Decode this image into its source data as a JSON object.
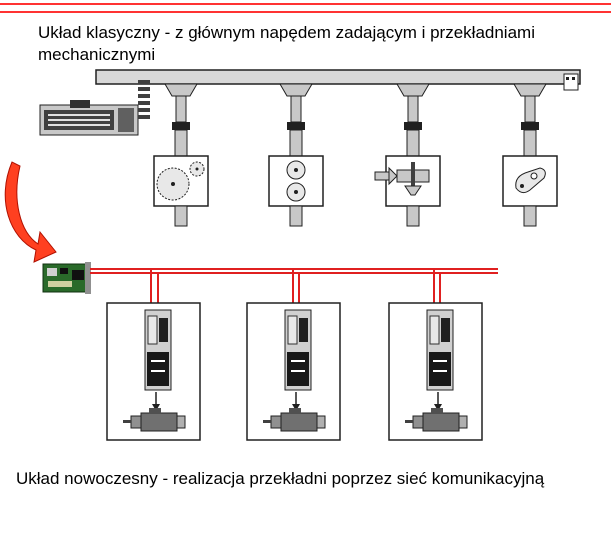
{
  "captions": {
    "top_line1": "Układ klasyczny - z głównym napędem zadającym i przekładniami",
    "top_line2": "mechanicznymi",
    "bottom": "Układ nowoczesny - realizacja przekładni poprzez sieć komunikacyjną"
  },
  "colors": {
    "accent_red": "#ff3333",
    "network_red": "#e02020",
    "shaft_gray": "#c0c0c0",
    "dark": "#202020"
  },
  "icons": {
    "classic_gearboxes": [
      "spur-gear-icon",
      "pulley-icon",
      "clutch-icon",
      "cam-icon"
    ],
    "modern_units": [
      "servo-drive-icon",
      "servo-motor-icon"
    ]
  }
}
